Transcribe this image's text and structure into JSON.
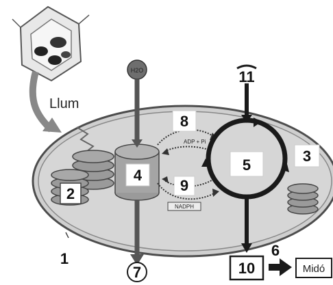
{
  "light_label": "Llum",
  "top_input": "H2O",
  "cycle_labels": {
    "atp_side": "ADP + Pi",
    "nadph_side": "NADPH"
  },
  "numbers": {
    "n1": "1",
    "n2": "2",
    "n3": "3",
    "n4": "4",
    "n5": "5",
    "n6": "6",
    "n7": "7",
    "n8": "8",
    "n9": "9",
    "n10": "10",
    "n11": "11"
  },
  "output_label": "Midó",
  "colors": {
    "stroma": "#d3d3d3",
    "membrane": "#5a5a5a",
    "thylakoid": "#8c8c8c",
    "cycle": "#1a1a1a"
  }
}
